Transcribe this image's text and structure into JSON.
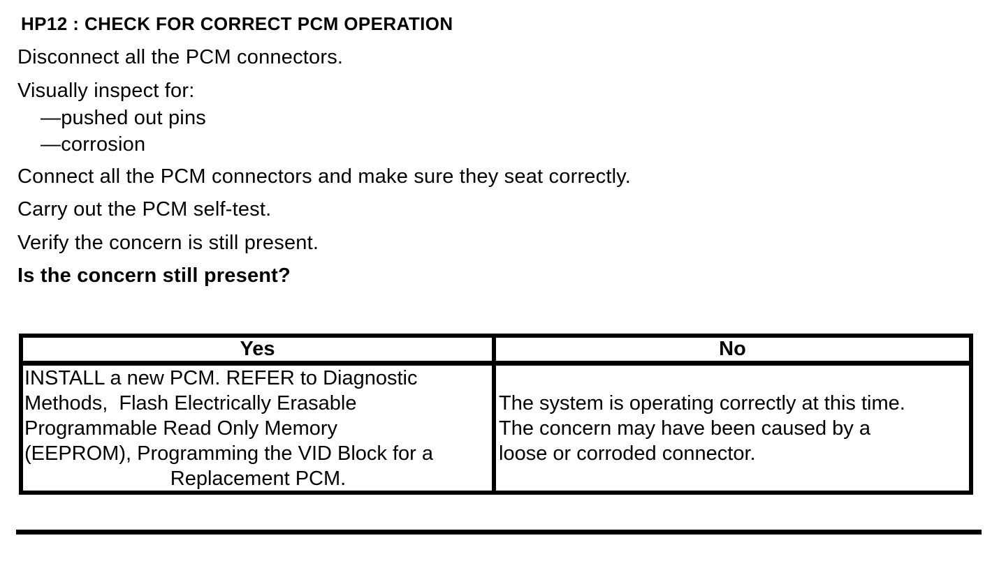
{
  "colors": {
    "text": "#000000",
    "background": "#ffffff",
    "table_border": "#000000"
  },
  "document": {
    "heading": "HP12 : CHECK FOR CORRECT PCM OPERATION",
    "lines": [
      "Disconnect all the PCM connectors.",
      "Visually inspect for:",
      "—pushed out pins",
      "—corrosion",
      "Connect all the PCM connectors and make sure they seat correctly.",
      "Carry out the PCM self-test.",
      "Verify the concern is still present.",
      "Is the concern still present?"
    ],
    "decision_table": {
      "yes_header": "Yes",
      "no_header": "No",
      "yes_lines": [
        "INSTALL a new PCM. REFER to Diagnostic",
        "Methods,  Flash Electrically Erasable",
        "Programmable Read Only Memory",
        "(EEPROM), Programming the VID Block for a",
        "Replacement PCM."
      ],
      "no_lines": [
        "The system is operating correctly at this time.",
        "The concern may have been caused by a",
        "loose or corroded connector."
      ]
    }
  }
}
